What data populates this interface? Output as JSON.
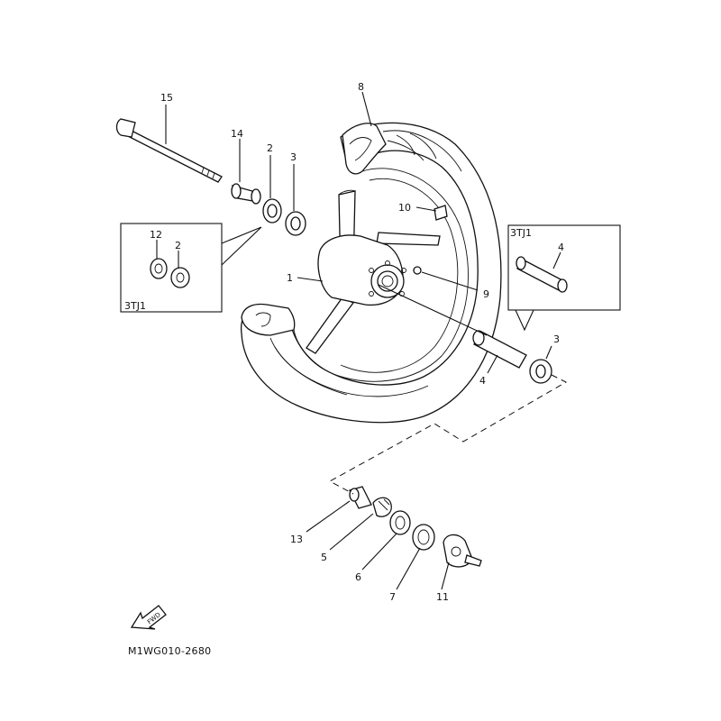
{
  "drawing_code": "M1WG010-2680",
  "forward_label": "FWD",
  "inset_model": "3TJ1",
  "callouts": [
    {
      "id": "c1",
      "label": "1"
    },
    {
      "id": "c2",
      "label": "2"
    },
    {
      "id": "c2b",
      "label": "2"
    },
    {
      "id": "c3",
      "label": "3"
    },
    {
      "id": "c3b",
      "label": "3"
    },
    {
      "id": "c4",
      "label": "4"
    },
    {
      "id": "c4b",
      "label": "4"
    },
    {
      "id": "c5",
      "label": "5"
    },
    {
      "id": "c6",
      "label": "6"
    },
    {
      "id": "c7",
      "label": "7"
    },
    {
      "id": "c8",
      "label": "8"
    },
    {
      "id": "c9",
      "label": "9"
    },
    {
      "id": "c10",
      "label": "10"
    },
    {
      "id": "c11",
      "label": "11"
    },
    {
      "id": "c12",
      "label": "12"
    },
    {
      "id": "c13",
      "label": "13"
    },
    {
      "id": "c14",
      "label": "14"
    },
    {
      "id": "c15",
      "label": "15"
    }
  ]
}
